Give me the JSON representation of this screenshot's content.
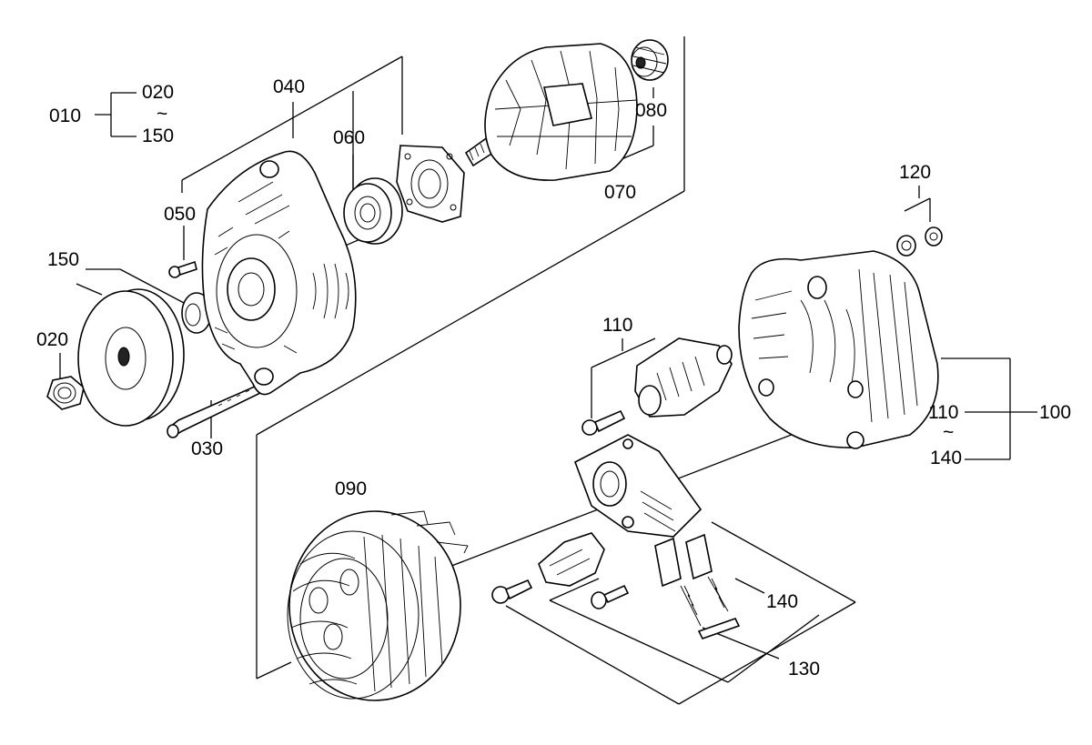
{
  "labels": {
    "p010": "010",
    "p020_top": "020",
    "tilde_a": "~",
    "p150_top": "150",
    "p040": "040",
    "p060": "060",
    "p080": "080",
    "p070": "070",
    "p050": "050",
    "p150": "150",
    "p020": "020",
    "p030": "030",
    "p120": "120",
    "p110_top": "110",
    "p110_right": "110",
    "tilde_b": "~",
    "p140_right": "140",
    "p100": "100",
    "p090": "090",
    "p140": "140",
    "p130": "130"
  },
  "icons": {
    "pulley": "pulley-icon",
    "nut": "nut-icon",
    "spacer": "spacer-icon",
    "front_housing": "front-housing-icon",
    "bearing": "bearing-icon",
    "retainer_plate": "retainer-plate-icon",
    "rotor": "rotor-icon",
    "collar": "collar-icon",
    "stator": "stator-icon",
    "rear_housing": "rear-housing-icon",
    "rectifier": "rectifier-icon",
    "regulator": "regulator-icon",
    "brush": "brush-icon",
    "screw": "screw-icon",
    "bolt": "bolt-icon"
  }
}
